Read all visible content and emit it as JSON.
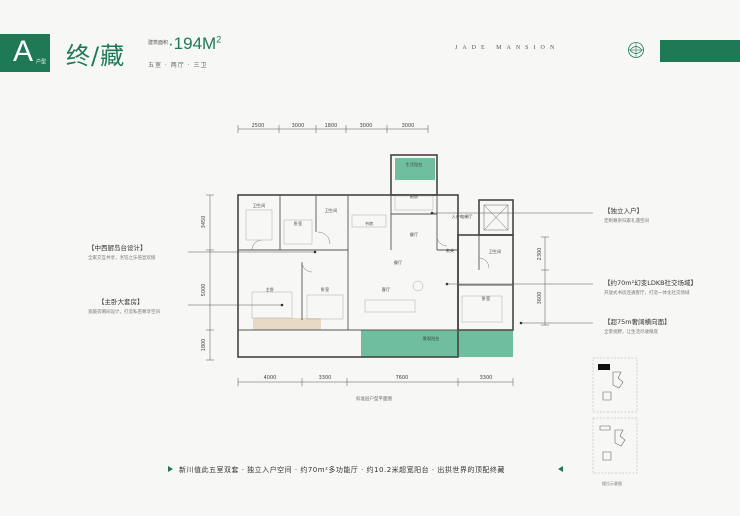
{
  "header": {
    "badge_letter": "A",
    "badge_sub": "户型",
    "title": "终/藏",
    "area_label": "建筑面积",
    "area_value": "194",
    "area_unit": "M",
    "area_sup": "2",
    "rooms": "五室 · 两厅 · 三卫",
    "brand": "JADE MANSION"
  },
  "dimensions": {
    "top": [
      "2500",
      "3000",
      "1800",
      "3000",
      "3000"
    ],
    "bottom": [
      "4000",
      "3300",
      "7600",
      "3300"
    ],
    "left": [
      "3450",
      "5000",
      "1800"
    ],
    "right": [
      "2300",
      "3600"
    ]
  },
  "rooms": {
    "balcony_top": "生活阳台",
    "kitchen": "厨房",
    "bath1": "卫生间",
    "bedroom1": "卧室",
    "bath2": "卫生间",
    "study": "书房",
    "foyer": "入户电梯厅",
    "dining": "餐厅",
    "entry": "玄关",
    "bath3": "卫生间",
    "master": "主卧",
    "bedroom2": "卧室",
    "living": "客厅",
    "hall": "餐厅",
    "bedroom3": "卧室",
    "balcony": "景观阳台"
  },
  "annotations": [
    {
      "title": "【独立入户】",
      "desc": "定制尊崇归家礼遇空间"
    },
    {
      "title": "【中西厨岛台设计】",
      "desc": "全家交互共享，烹饪之乐倍显欢愉"
    },
    {
      "title": "【约70m²幻变LDKB社交场域】",
      "desc": "开放式书房连通客厅，打造一体化社交场域"
    },
    {
      "title": "【主卧大套房】",
      "desc": "宽敞衣帽间设计，打造私密尊享空间"
    },
    {
      "title": "【超75m奢阔横向面】",
      "desc": "全景视野，让生活尽收眼底"
    }
  ],
  "plan_caption": "标准层户型平面图",
  "key_caption": "楼位示意图",
  "footer": "新川值此五室双套 · 独立入户空间 · 约70m²多功能厅 · 约10.2米超宽阳台 · 出拱世界的顶配终藏",
  "colors": {
    "accent": "#1e7a55",
    "balcony": "#6fbf9f",
    "wall": "#444444"
  }
}
